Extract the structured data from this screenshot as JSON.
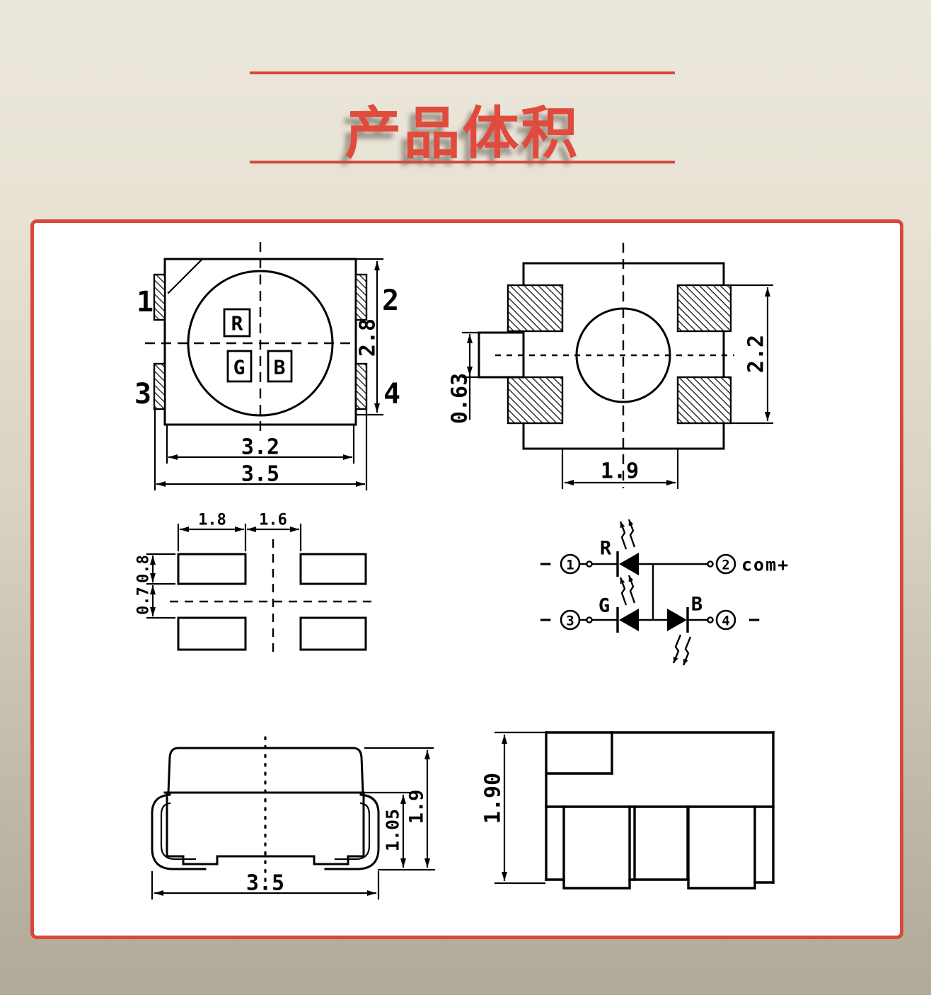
{
  "title": {
    "text": "产品体积"
  },
  "colors": {
    "accent_red": "#d8473c",
    "line_black": "#000000"
  },
  "figure_top_view": {
    "pin_1": "1",
    "pin_2": "2",
    "pin_3": "3",
    "pin_4": "4",
    "chip_r": "R",
    "chip_g": "G",
    "chip_b": "B",
    "dim_inner_width": "3.2",
    "dim_outer_width": "3.5",
    "dim_height": "2.8"
  },
  "figure_bottom_view": {
    "dim_mark": "0.63",
    "dim_pad_span": "2.2",
    "dim_pad_pitch": "1.9"
  },
  "figure_pad_layout": {
    "dim_pad_width": "1.8",
    "dim_pad_gap": "1.6",
    "dim_pad_height": "0.8",
    "dim_row_offset": "0.7"
  },
  "figure_circuit": {
    "minus": "−",
    "pin_1": "1",
    "pin_2": "2",
    "pin_3": "3",
    "pin_4": "4",
    "common_label": "com+",
    "led_r": "R",
    "led_g": "G",
    "led_b": "B"
  },
  "figure_side_view": {
    "dim_width": "3.5",
    "dim_lead_height": "1.05",
    "dim_height": "1.9"
  },
  "figure_front_view": {
    "dim_height": "1.90"
  }
}
